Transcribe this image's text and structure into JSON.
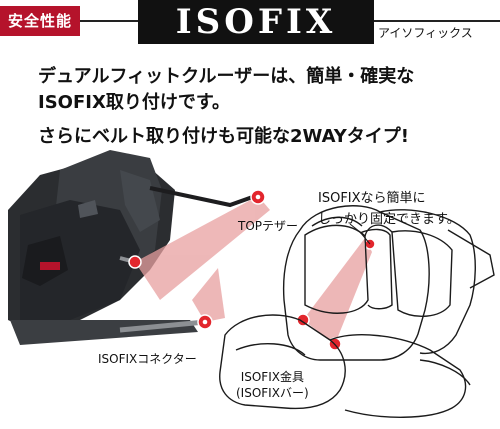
{
  "header": {
    "badge": "安全性能",
    "title": "ISOFIX",
    "title_kana": "アイソフィックス"
  },
  "lead": {
    "line1": "デュアルフィットクルーザーは、簡単・確実な",
    "line2": "ISOFIX取り付けです。",
    "line3": "さらにベルト取り付けも可能な2WAYタイプ!"
  },
  "labels": {
    "top_tether": "TOPテザー",
    "connector": "ISOFIXコネクター",
    "fitting_line1": "ISOFIX金具",
    "fitting_line2": "(ISOFIXバー)",
    "callout_line1": "ISOFIXなら簡単に",
    "callout_line2": "しっかり固定できます。"
  },
  "colors": {
    "accent_red": "#b5132b",
    "marker_red": "#e2262d",
    "beam_pink": "#e8a0a0",
    "seat_dark": "#2b2d30"
  }
}
